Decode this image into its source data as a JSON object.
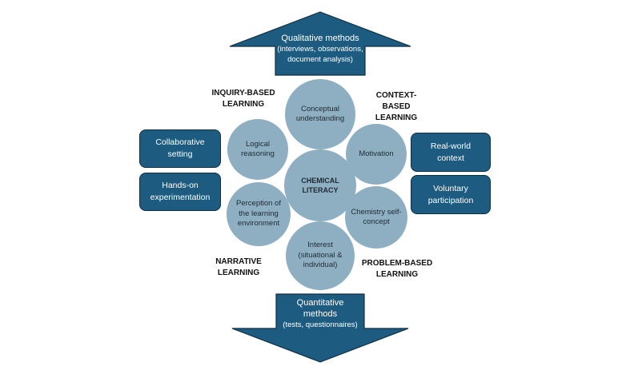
{
  "colors": {
    "arrow_fill": "#1d5c80",
    "arrow_stroke": "#0f2e40",
    "circle_fill": "#8eafc2",
    "box_fill": "#1d5c80",
    "text_dark": "#111111",
    "text_light": "#ffffff"
  },
  "top_arrow": {
    "title": "Qualitative methods",
    "detail": "(interviews, observations, document analysis)"
  },
  "bottom_arrow": {
    "title": "Quantitative methods",
    "detail": "(tests, questionnaires)"
  },
  "center_circle": "CHEMICAL LITERACY",
  "circles": {
    "top": "Conceptual understanding",
    "upper_left": "Logical reasoning",
    "upper_right": "Motivation",
    "lower_left": "Perception of the learning environment",
    "lower_right": "Chemistry self-concept",
    "bottom": "Interest (situational & individual)"
  },
  "corner_labels": {
    "top_left": "INQUIRY-BASED LEARNING",
    "top_right": "CONTEXT-BASED LEARNING",
    "bottom_left": "NARRATIVE LEARNING",
    "bottom_right": "PROBLEM-BASED LEARNING"
  },
  "left_boxes": [
    "Collaborative setting",
    "Hands-on experimentation"
  ],
  "right_boxes": [
    "Real-world context",
    "Voluntary participation"
  ]
}
